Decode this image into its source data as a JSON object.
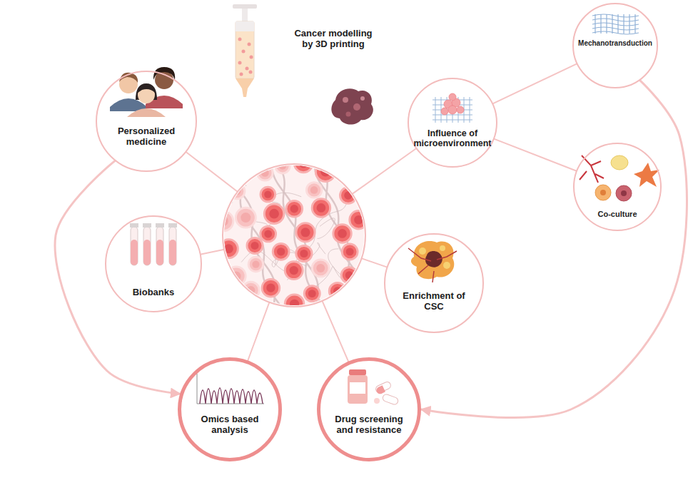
{
  "diagram": {
    "nodes": [
      {
        "text": [
          "Personalized medicine"
        ]
      },
      {
        "text": [
          "Cancer modelling by 3D printing"
        ]
      },
      {
        "text": [
          "Influence of microenvironment"
        ]
      },
      {
        "text": [
          "Mechanotransduction"
        ]
      },
      {
        "text": [
          "Co-culture"
        ]
      },
      {
        "text": [
          "Biobanks"
        ]
      },
      {
        "text": [
          "Enrichment of CSC"
        ]
      },
      {
        "text": [
          "Omics based analysis"
        ]
      },
      {
        "text": [
          "Drug screening and resistance"
        ]
      }
    ],
    "edges": [
      {
        "from": 0,
        "to": 1,
        "arrow": "none"
      },
      {
        "from": 1,
        "to": 2,
        "arrow": "none"
      },
      {
        "from": 2,
        "to": 3,
        "arrow": "none"
      },
      {
        "from": 2,
        "to": 4,
        "arrow": "none"
      },
      {
        "from": 5,
        "to": 1,
        "arrow": "none"
      },
      {
        "from": 6,
        "to": 1,
        "arrow": "none"
      },
      {
        "from": 1,
        "to": 7,
        "arrow": "none"
      },
      {
        "from": 1,
        "to": 8,
        "arrow": "none"
      },
      {
        "from": 0,
        "to": 7,
        "arrow": "to"
      },
      {
        "from": 3,
        "to": 8,
        "arrow": "to"
      }
    ]
  }
}
